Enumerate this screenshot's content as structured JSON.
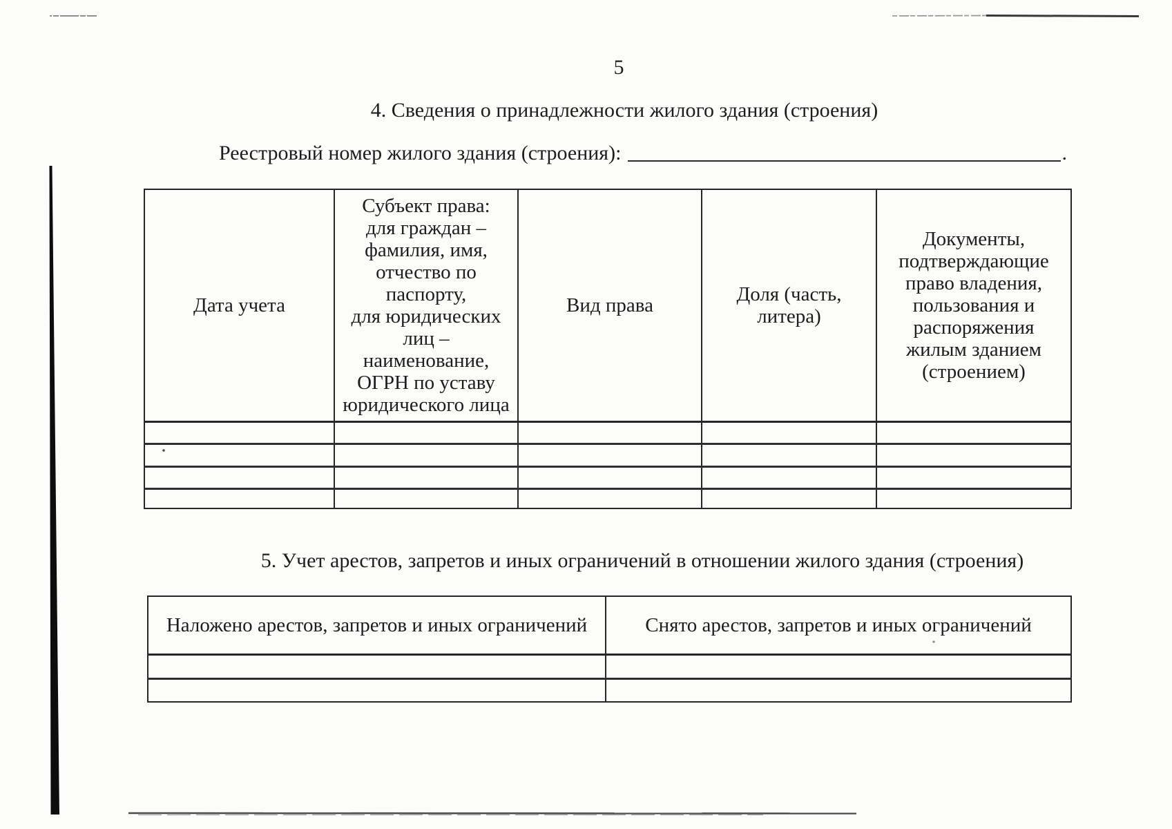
{
  "page": {
    "number": "5",
    "ink_color": "#1d1d1d",
    "paper_color": "#fcfcfa"
  },
  "section4": {
    "title": "4. Сведения о принадлежности жилого здания (строения)",
    "registry_label": "Реестровый номер жилого здания (строения):",
    "registry_value": "",
    "period": "."
  },
  "ownership_table": {
    "columns": [
      "Дата учета",
      "Субъект права:\nдля граждан –\nфамилия, имя,\nотчество по\nпаспорту,\nдля юридических\nлиц –\nнаименование,\nОГРН по уставу\nюридического лица",
      "Вид права",
      "Доля (часть,\nлитера)",
      "Документы,\nподтверждающие\nправо владения,\nпользования и\nраспоряжения\nжилым зданием\n(строением)"
    ],
    "rows": [
      [
        "",
        "",
        "",
        "",
        ""
      ],
      [
        "",
        "",
        "",
        "",
        ""
      ],
      [
        "",
        "",
        "",
        "",
        ""
      ],
      [
        "",
        "",
        "",
        "",
        ""
      ]
    ]
  },
  "section5": {
    "title": "5. Учет арестов, запретов и иных ограничений в отношении жилого здания (строения)"
  },
  "restrictions_table": {
    "columns": [
      "Наложено арестов, запретов и иных ограничений",
      "Снято арестов, запретов и иных ограничений"
    ],
    "rows": [
      [
        "",
        ""
      ],
      [
        "",
        ""
      ]
    ]
  }
}
